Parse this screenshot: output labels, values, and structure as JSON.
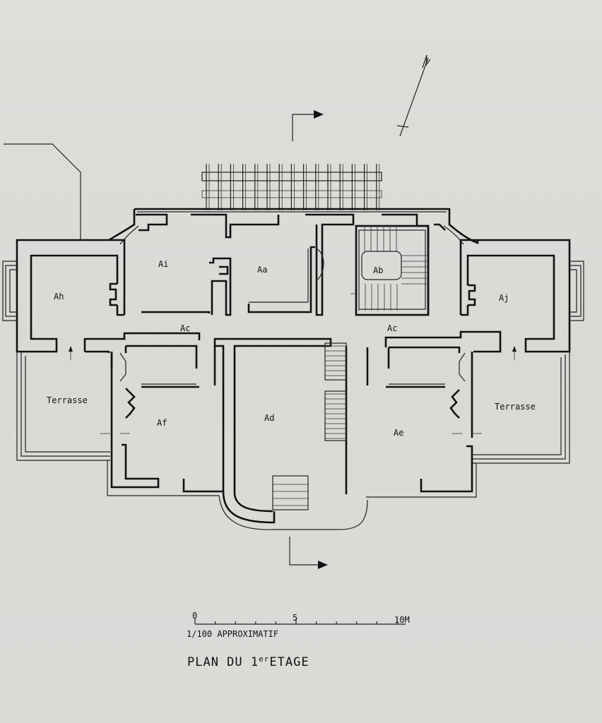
{
  "rooms": {
    "ai": "Ai",
    "aa": "Aa",
    "ab": "Ab",
    "ah": "Ah",
    "aj": "Aj",
    "ac_left": "Ac",
    "ac_right": "Ac",
    "terrasse_left": "Terrasse",
    "terrasse_right": "Terrasse",
    "af": "Af",
    "ad": "Ad",
    "ae": "Ae"
  },
  "scale": {
    "tick_0": "0",
    "tick_5": "5",
    "tick_10": "10M",
    "note": "1/100 APPROXIMATIF"
  },
  "title": {
    "prefix": "PLAN DU 1",
    "superscript": "er",
    "suffix": "ETAGE"
  },
  "north_symbol": "north-arrow-icon",
  "colors": {
    "ink": "#111111",
    "paper": "#dcdcd9"
  }
}
